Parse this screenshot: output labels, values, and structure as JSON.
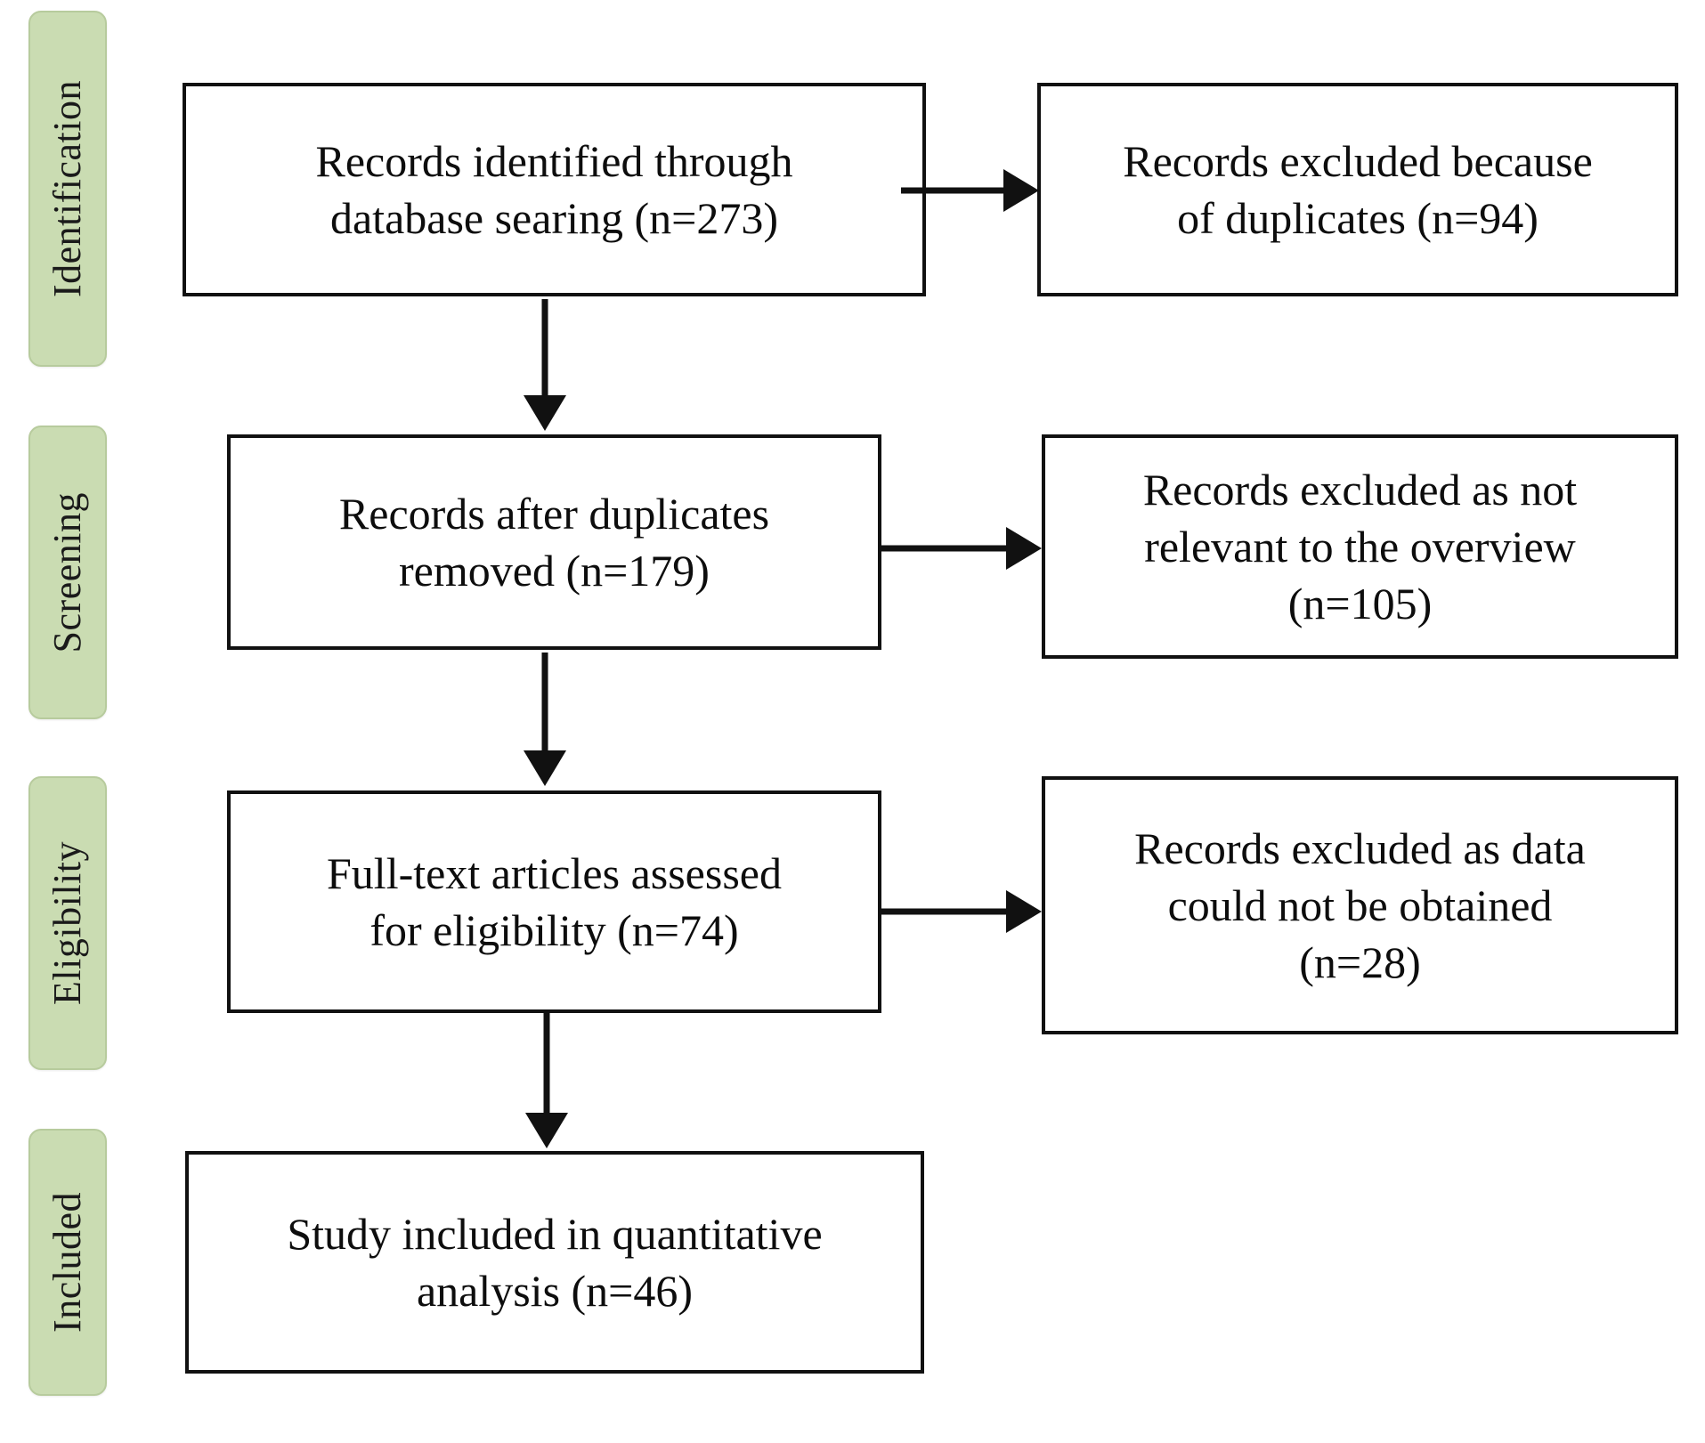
{
  "diagram": {
    "title": "PRISMA study selection flow diagram",
    "background_color": "#ffffff",
    "box_border_color": "#111111",
    "stage_fill_color": "#cadcb2",
    "stage_border_color": "#b7cb9d",
    "text_color": "#0d0d0d"
  },
  "stages": [
    {
      "id": "identification",
      "label": "Identification"
    },
    {
      "id": "screening",
      "label": "Screening"
    },
    {
      "id": "eligibility",
      "label": "Eligibility"
    },
    {
      "id": "included",
      "label": "Included"
    }
  ],
  "boxes": {
    "identified": {
      "line1": "Records identified through",
      "line2": "database searing (n=273)",
      "count": 273
    },
    "excluded_duplicates": {
      "line1": "Records excluded because",
      "line2": "of duplicates (n=94)",
      "count": 94
    },
    "after_duplicates": {
      "line1": "Records after duplicates",
      "line2": "removed (n=179)",
      "count": 179
    },
    "excluded_not_relevant": {
      "line1": "Records excluded as not",
      "line2": "relevant to the overview",
      "line3": "(n=105)",
      "count": 105
    },
    "fulltext_assessed": {
      "line1": "Full-text articles assessed",
      "line2": "for eligibility (n=74)",
      "count": 74
    },
    "excluded_no_data": {
      "line1": "Records excluded as data",
      "line2": "could not be obtained",
      "line3": "(n=28)",
      "count": 28
    },
    "included_quantitative": {
      "line1": "Study included in quantitative",
      "line2": "analysis (n=46)",
      "count": 46
    }
  },
  "arrows": [
    {
      "id": "identified-to-excluded-duplicates",
      "direction": "right"
    },
    {
      "id": "identified-to-after-duplicates",
      "direction": "down"
    },
    {
      "id": "after-duplicates-to-excluded-not-relevant",
      "direction": "right"
    },
    {
      "id": "after-duplicates-to-fulltext",
      "direction": "down"
    },
    {
      "id": "fulltext-to-excluded-no-data",
      "direction": "right"
    },
    {
      "id": "fulltext-to-included",
      "direction": "down"
    }
  ]
}
